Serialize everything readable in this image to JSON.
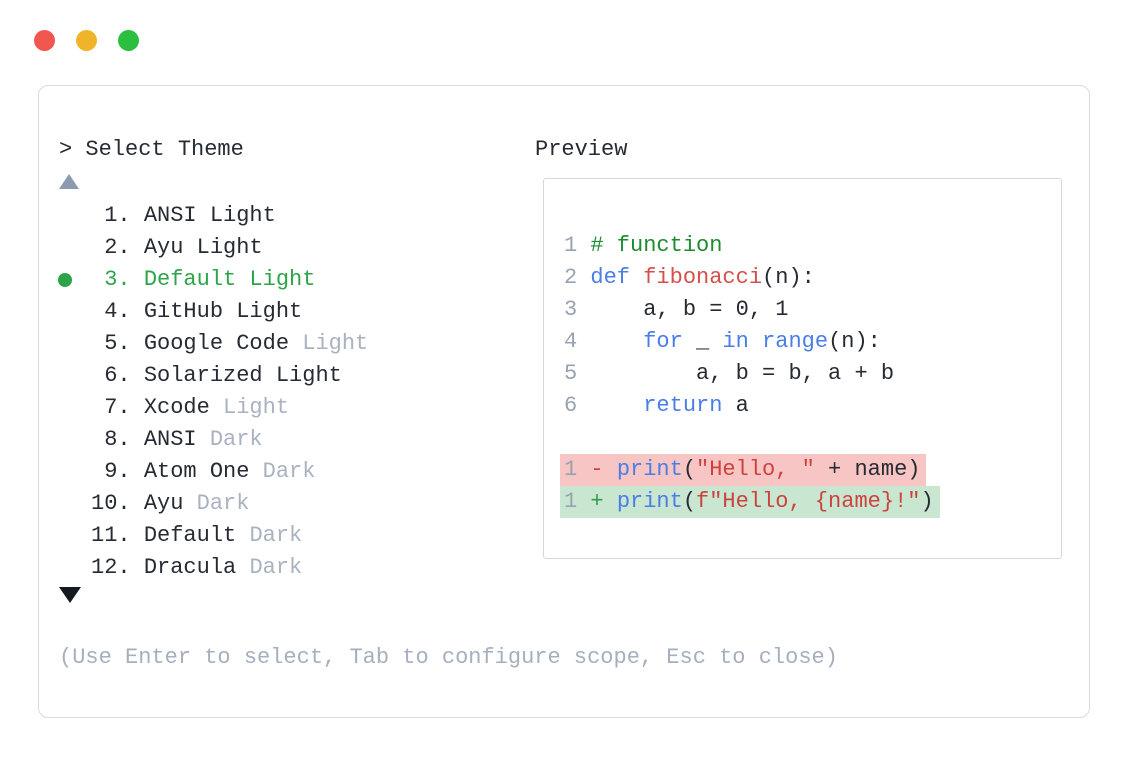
{
  "window": {
    "traffic_lights": [
      {
        "name": "close-button",
        "color": "#f1574e"
      },
      {
        "name": "minimize-button",
        "color": "#f0b42a"
      },
      {
        "name": "zoom-button",
        "color": "#2cbf3f"
      }
    ]
  },
  "prompt": {
    "label": "> Select Theme"
  },
  "list": {
    "up_arrow_icon": "scroll-up-triangle",
    "down_arrow_icon": "scroll-down-triangle",
    "selected_index": 2,
    "items": [
      {
        "num": " 1. ",
        "name": "ANSI Light",
        "suffix": "",
        "selected": false
      },
      {
        "num": " 2. ",
        "name": "Ayu Light",
        "suffix": "",
        "selected": false
      },
      {
        "num": " 3. ",
        "name": "Default Light",
        "suffix": "",
        "selected": true
      },
      {
        "num": " 4. ",
        "name": "GitHub Light",
        "suffix": "",
        "selected": false
      },
      {
        "num": " 5. ",
        "name": "Google Code ",
        "suffix": "Light",
        "selected": false
      },
      {
        "num": " 6. ",
        "name": "Solarized Light",
        "suffix": "",
        "selected": false
      },
      {
        "num": " 7. ",
        "name": "Xcode ",
        "suffix": "Light",
        "selected": false
      },
      {
        "num": " 8. ",
        "name": "ANSI ",
        "suffix": "Dark",
        "selected": false
      },
      {
        "num": " 9. ",
        "name": "Atom One ",
        "suffix": "Dark",
        "selected": false
      },
      {
        "num": "10. ",
        "name": "Ayu ",
        "suffix": "Dark",
        "selected": false
      },
      {
        "num": "11. ",
        "name": "Default ",
        "suffix": "Dark",
        "selected": false
      },
      {
        "num": "12. ",
        "name": "Dracula ",
        "suffix": "Dark",
        "selected": false
      }
    ]
  },
  "preview": {
    "label": "Preview",
    "lines": [
      {
        "num": "1",
        "bg": "",
        "tokens": [
          {
            "t": "# function",
            "c": "comment"
          }
        ]
      },
      {
        "num": "2",
        "bg": "",
        "tokens": [
          {
            "t": "def ",
            "c": "keyword"
          },
          {
            "t": "fibonacci",
            "c": "func"
          },
          {
            "t": "(n):",
            "c": "plain"
          }
        ]
      },
      {
        "num": "3",
        "bg": "",
        "tokens": [
          {
            "t": "    a, b = 0, 1",
            "c": "plain"
          }
        ]
      },
      {
        "num": "4",
        "bg": "",
        "tokens": [
          {
            "t": "    ",
            "c": "plain"
          },
          {
            "t": "for",
            "c": "keyword"
          },
          {
            "t": " _ ",
            "c": "plain"
          },
          {
            "t": "in",
            "c": "keyword"
          },
          {
            "t": " ",
            "c": "plain"
          },
          {
            "t": "range",
            "c": "keyword"
          },
          {
            "t": "(n):",
            "c": "plain"
          }
        ]
      },
      {
        "num": "5",
        "bg": "",
        "tokens": [
          {
            "t": "        a, b = b, a + b",
            "c": "plain"
          }
        ]
      },
      {
        "num": "6",
        "bg": "",
        "tokens": [
          {
            "t": "    ",
            "c": "plain"
          },
          {
            "t": "return",
            "c": "keyword"
          },
          {
            "t": " a",
            "c": "plain"
          }
        ]
      },
      {
        "num": "",
        "bg": "",
        "tokens": []
      },
      {
        "num": "1",
        "bg": "removed",
        "tokens": [
          {
            "t": "- ",
            "c": "minus"
          },
          {
            "t": "print",
            "c": "keyword"
          },
          {
            "t": "(",
            "c": "plain"
          },
          {
            "t": "\"Hello, \"",
            "c": "string"
          },
          {
            "t": " + name)",
            "c": "plain"
          }
        ]
      },
      {
        "num": "1",
        "bg": "added",
        "tokens": [
          {
            "t": "+ ",
            "c": "plus"
          },
          {
            "t": "print",
            "c": "keyword"
          },
          {
            "t": "(",
            "c": "plain"
          },
          {
            "t": "f\"Hello, {name}!\"",
            "c": "string"
          },
          {
            "t": ")",
            "c": "plain"
          }
        ]
      }
    ]
  },
  "help": "(Use Enter to select, Tab to configure scope, Esc to close)",
  "colors": {
    "text": "#262b33",
    "muted": "#a9b2c1",
    "help": "#a6afbf",
    "selected": "#2da44a",
    "arrow_up": "#8c99ae",
    "arrow_down": "#16191f",
    "keyword": "#4a7de6",
    "func": "#d5504a",
    "string": "#ce423e",
    "comment": "#1e8b31",
    "line_number": "#99a2b1",
    "diff_minus": "#d13f39",
    "diff_plus": "#2f9e47",
    "removed_bg": "#f7c5c3",
    "added_bg": "#c9e6d1"
  }
}
